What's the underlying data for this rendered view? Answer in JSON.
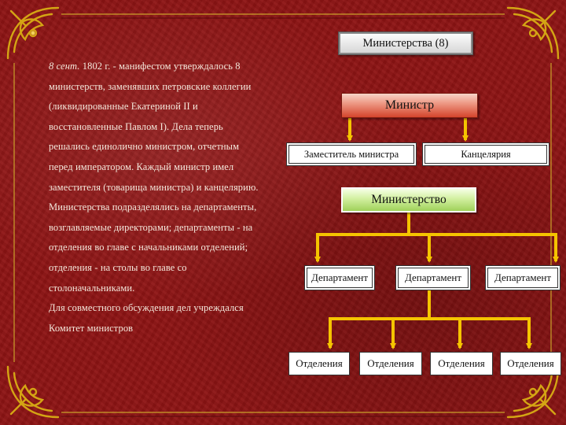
{
  "title": "Министерства (8)",
  "body_lines": [
    {
      "italic": "8 сент.",
      "text": " 1802 г. - манифестом утверждалось 8"
    },
    {
      "text": "министерств, заменявших петровские коллегии"
    },
    {
      "text": "(ликвидированные Екатериной II и"
    },
    {
      "text": "восстановленные Павлом I). Дела теперь"
    },
    {
      "text": "решались единолично министром, отчетным"
    },
    {
      "text": "перед императором. Каждый министр имел"
    },
    {
      "text": "заместителя (товарища министра) и канцелярию."
    },
    {
      "text": "Министерства подразделялись на департаменты,"
    },
    {
      "text": "возглавляемые директорами; департаменты - на"
    },
    {
      "text": "отделения во главе с начальниками отделений;"
    },
    {
      "text": "отделения - на столы во главе со"
    },
    {
      "text": "столоначальниками."
    },
    {
      "text": "Для совместного обсуждения дел учреждался"
    },
    {
      "text": "Комитет министров"
    }
  ],
  "diagram": {
    "minister": "Министр",
    "deputy": "Заместитель министра",
    "chancellery": "Канцелярия",
    "ministry": "Министерство",
    "departments": [
      "Департамент",
      "Департамент",
      "Департамент"
    ],
    "divisions": [
      "Отделения",
      "Отделения",
      "Отделения",
      "Отделения"
    ]
  },
  "colors": {
    "background": "#8e1414",
    "connector": "#f5c400",
    "ornament": "#d4a514",
    "text_light": "#f4e8dc"
  }
}
